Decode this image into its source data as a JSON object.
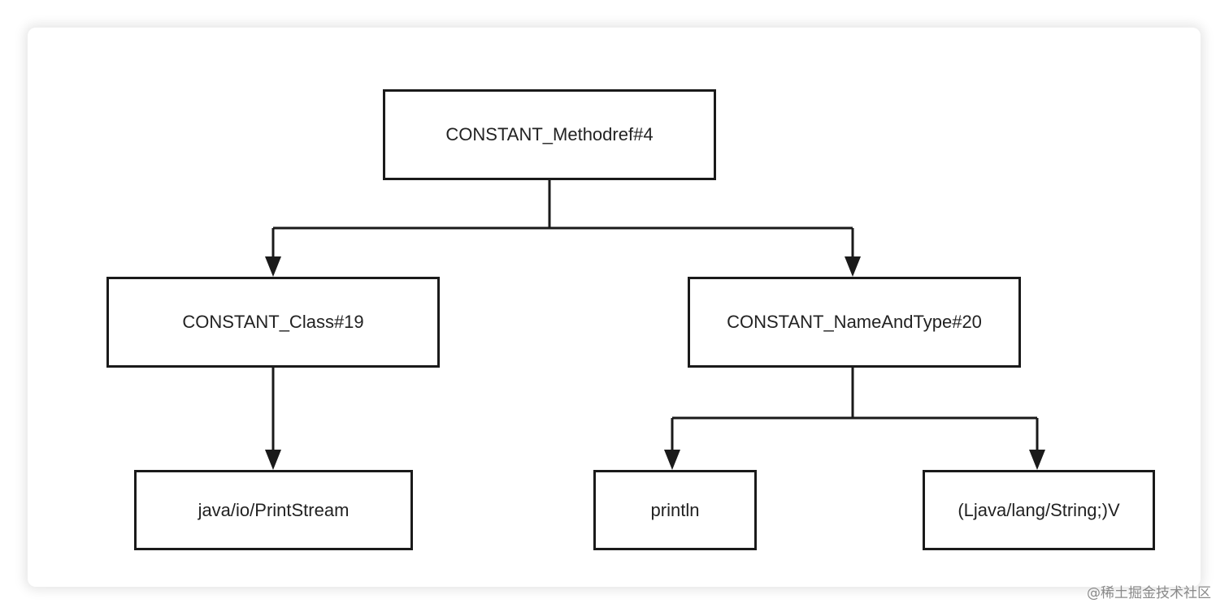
{
  "nodes": {
    "root": "CONSTANT_Methodref#4",
    "class_ref": "CONSTANT_Class#19",
    "name_and_type": "CONSTANT_NameAndType#20",
    "class_name": "java/io/PrintStream",
    "method_name": "println",
    "descriptor": "(Ljava/lang/String;)V"
  },
  "watermark": "@稀土掘金技术社区",
  "colors": {
    "stroke": "#1a1a1a",
    "text": "#222222",
    "watermark": "#8a8a8a"
  }
}
